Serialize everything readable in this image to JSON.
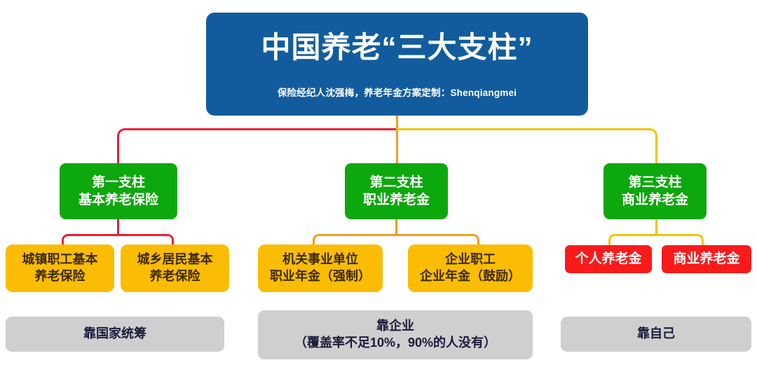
{
  "title": {
    "main": "中国养老“三大支柱”",
    "subtitle": "保险经纪人沈强梅，养老年金方案定制：Shenqiangmei",
    "bg_color": "#125C9E"
  },
  "colors": {
    "pillar_green": "#0DA80D",
    "sub_orange": "#FBBC04",
    "sub_red": "#F91A1A",
    "footer_gray": "#CFCFCF",
    "connector_red": "#F31B33",
    "connector_orange": "#F59B1C",
    "connector_yellow": "#F5C400",
    "title_blue": "#125C9E"
  },
  "pillars": [
    {
      "id": "pillar-one",
      "line1": "第一支柱",
      "line2": "基本养老保险",
      "connector_color": "#F31B33",
      "children": [
        {
          "id": "child-urban-employee",
          "line1": "城镇职工基本",
          "line2": "养老保险",
          "style": "orange"
        },
        {
          "id": "child-urban-rural-resident",
          "line1": "城乡居民基本",
          "line2": "养老保险",
          "style": "orange"
        }
      ],
      "footer": {
        "id": "footer-state",
        "line1": "靠国家统筹",
        "line2": ""
      }
    },
    {
      "id": "pillar-two",
      "line1": "第二支柱",
      "line2": "职业养老金",
      "connector_color": "#F59B1C",
      "children": [
        {
          "id": "child-public-institution",
          "line1": "机关事业单位",
          "line2": "职业年金（强制）",
          "style": "orange"
        },
        {
          "id": "child-enterprise-employee",
          "line1": "企业职工",
          "line2": "企业年金（鼓励）",
          "style": "orange"
        }
      ],
      "footer": {
        "id": "footer-enterprise",
        "line1": "靠企业",
        "line2": "（覆盖率不足10%，90%的人没有）"
      }
    },
    {
      "id": "pillar-three",
      "line1": "第三支柱",
      "line2": "商业养老金",
      "connector_color": "#F5C400",
      "children": [
        {
          "id": "child-personal-pension",
          "line1": "个人养老金",
          "line2": "",
          "style": "red"
        },
        {
          "id": "child-commercial-pension",
          "line1": "商业养老金",
          "line2": "",
          "style": "red"
        }
      ],
      "footer": {
        "id": "footer-self",
        "line1": "靠自己",
        "line2": ""
      }
    }
  ]
}
